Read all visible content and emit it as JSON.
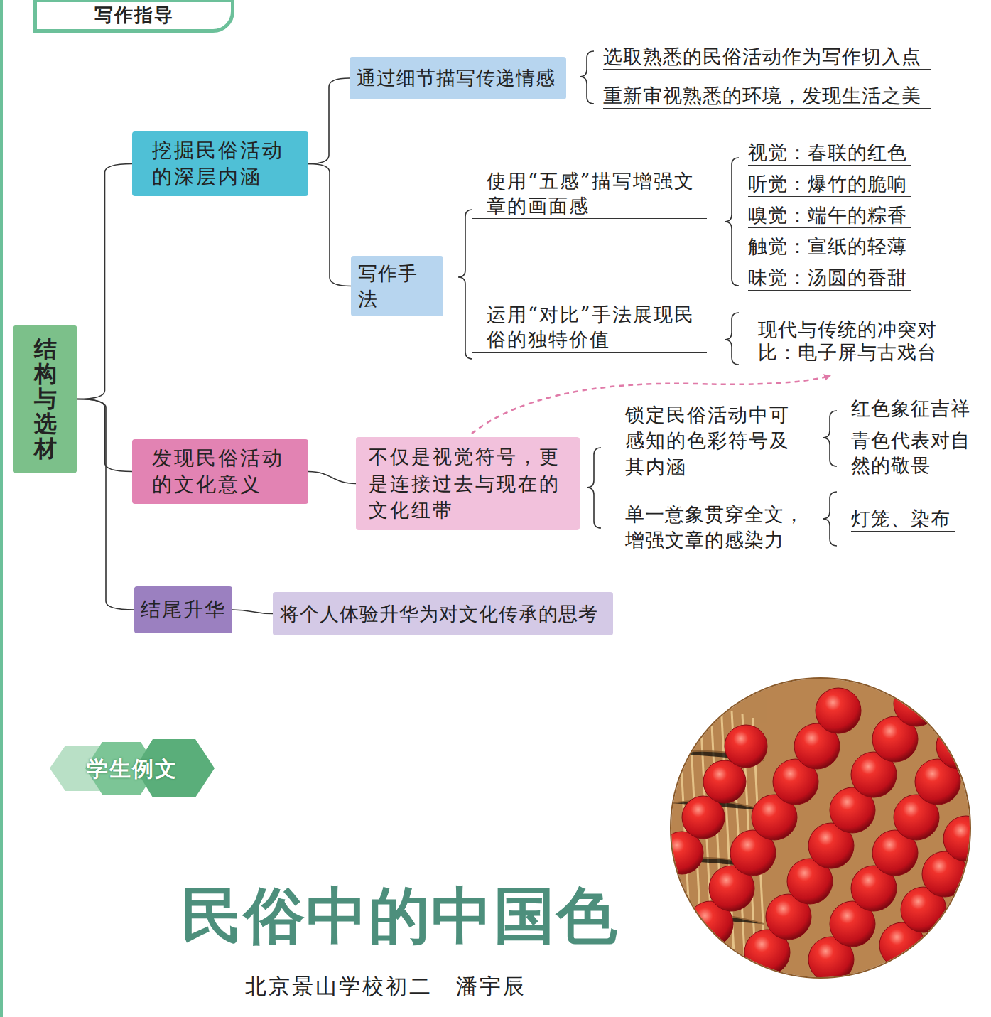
{
  "diagram": {
    "nodes": [
      {
        "text": [
          "写作指导"
        ]
      },
      {
        "text": [
          "结构与选材"
        ]
      },
      {
        "text": [
          "挖掘民俗活动的深层内涵"
        ]
      },
      {
        "text": [
          "通过细节描写传递情感"
        ]
      },
      {
        "text": [
          "写作手法"
        ]
      },
      {
        "text": [
          "发现民俗活动的文化意义"
        ]
      },
      {
        "text": [
          "不仅是视觉符号，更是连接过去与现在的文化纽带"
        ]
      },
      {
        "text": [
          "结尾升华"
        ]
      },
      {
        "text": [
          "将个人体验升华为对文化传承的思考"
        ]
      },
      {
        "text": [
          "学生例文"
        ]
      }
    ],
    "edges": [
      {
        "from": 1,
        "to": 2,
        "arrow": "none"
      },
      {
        "from": 1,
        "to": 5,
        "arrow": "none"
      },
      {
        "from": 1,
        "to": 7,
        "arrow": "none"
      },
      {
        "from": 2,
        "to": 3,
        "arrow": "none"
      },
      {
        "from": 2,
        "to": 4,
        "arrow": "none"
      },
      {
        "from": 5,
        "to": 6,
        "arrow": "none"
      },
      {
        "from": 7,
        "to": 8,
        "arrow": "none"
      }
    ],
    "labels": [
      "选取熟悉的民俗活动作为写作切入点",
      "重新审视熟悉的环境，发现生活之美",
      "使用“五感”描写增强文章的画面感",
      "视觉：春联的红色",
      "听觉：爆竹的脆响",
      "嗅觉：端午的粽香",
      "触觉：宣纸的轻薄",
      "味觉：汤圆的香甜",
      "运用“对比”手法展现民俗的独特价值",
      "现代与传统的冲突对比：电子屏与古戏台",
      "锁定民俗活动中可感知的色彩符号及其内涵",
      "红色象征吉祥",
      "青色代表对自然的敬畏",
      "单一意象贯穿全文，增强文章的感染力",
      "灯笼、染布",
      "民俗中的中国色",
      "北京景山学校初二　潘宇辰"
    ]
  }
}
